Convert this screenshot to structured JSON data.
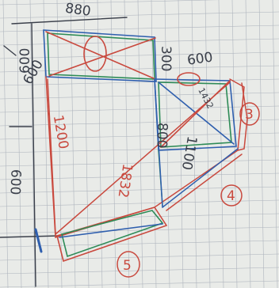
{
  "colors": {
    "paper": "#e9ebe8",
    "grid": "#aeb4bd",
    "pencil": "#3a3f4a",
    "red_pen": "#c9493e",
    "blue_pen": "#2f5fae",
    "green_pen": "#2e8b57"
  },
  "labels": {
    "top_width": "880",
    "left_height": "600",
    "left_inner": "600",
    "right_top": "300",
    "right_600": "600",
    "middle_1200": "1200",
    "center_800": "800",
    "diag_1100": "1100",
    "diag_1832": "1832",
    "right_1432": "1432",
    "bottom_left": "600",
    "circle_3": "3",
    "circle_4": "4",
    "circle_5": "5"
  }
}
